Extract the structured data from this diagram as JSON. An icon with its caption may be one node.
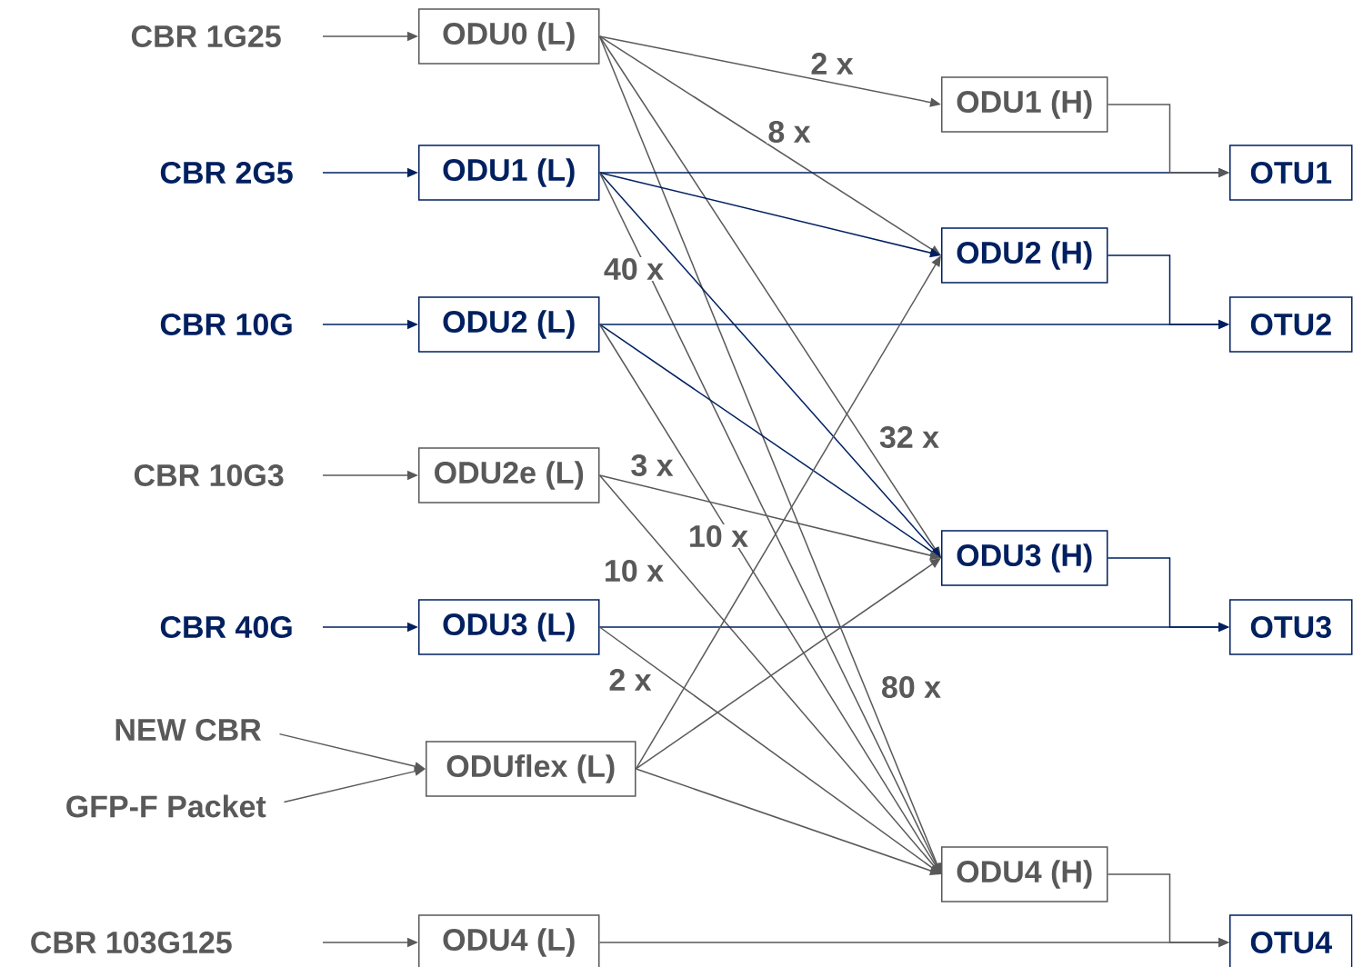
{
  "diagram": {
    "nodes": [
      {
        "text": [
          "CBR 1G25"
        ]
      },
      {
        "text": [
          "CBR 2G5"
        ]
      },
      {
        "text": [
          "CBR 10G"
        ]
      },
      {
        "text": [
          "CBR 10G3"
        ]
      },
      {
        "text": [
          "CBR 40G"
        ]
      },
      {
        "text": [
          "NEW CBR"
        ]
      },
      {
        "text": [
          "GFP-F Packet"
        ]
      },
      {
        "text": [
          "CBR 103G125"
        ]
      },
      {
        "text": [
          "ODU0 (L)"
        ]
      },
      {
        "text": [
          "ODU1 (L)"
        ]
      },
      {
        "text": [
          "ODU2 (L)"
        ]
      },
      {
        "text": [
          "ODU2e (L)"
        ]
      },
      {
        "text": [
          "ODU3 (L)"
        ]
      },
      {
        "text": [
          "ODUflex (L)"
        ]
      },
      {
        "text": [
          "ODU4 (L)"
        ]
      },
      {
        "text": [
          "ODU1 (H)"
        ]
      },
      {
        "text": [
          "ODU2 (H)"
        ]
      },
      {
        "text": [
          "ODU3 (H)"
        ]
      },
      {
        "text": [
          "ODU4 (H)"
        ]
      },
      {
        "text": [
          "OTU1"
        ]
      },
      {
        "text": [
          "OTU2"
        ]
      },
      {
        "text": [
          "OTU3"
        ]
      },
      {
        "text": [
          "OTU4"
        ]
      }
    ],
    "edges": [
      {
        "from": 0,
        "to": 8,
        "arrow": "to"
      },
      {
        "from": 1,
        "to": 9,
        "arrow": "to",
        "color": "#002060"
      },
      {
        "from": 2,
        "to": 10,
        "arrow": "to",
        "color": "#002060"
      },
      {
        "from": 3,
        "to": 11,
        "arrow": "to"
      },
      {
        "from": 4,
        "to": 12,
        "arrow": "to",
        "color": "#002060"
      },
      {
        "from": 5,
        "to": 13,
        "arrow": "to"
      },
      {
        "from": 6,
        "to": 13,
        "arrow": "to"
      },
      {
        "from": 7,
        "to": 14,
        "arrow": "to"
      },
      {
        "from": 8,
        "to": 15,
        "arrow": "to",
        "label": "2 x"
      },
      {
        "from": 8,
        "to": 16,
        "arrow": "to",
        "label": "8 x"
      },
      {
        "from": 8,
        "to": 17,
        "arrow": "to",
        "label": "32 x"
      },
      {
        "from": 8,
        "to": 18,
        "arrow": "to",
        "label": "80 x"
      },
      {
        "from": 9,
        "to": 19,
        "arrow": "to",
        "color": "#002060"
      },
      {
        "from": 9,
        "to": 16,
        "arrow": "to",
        "color": "#002060"
      },
      {
        "from": 9,
        "to": 17,
        "arrow": "to",
        "color": "#002060"
      },
      {
        "from": 9,
        "to": 18,
        "arrow": "to",
        "label": "40 x"
      },
      {
        "from": 10,
        "to": 20,
        "arrow": "to",
        "color": "#002060"
      },
      {
        "from": 10,
        "to": 17,
        "arrow": "to",
        "color": "#002060"
      },
      {
        "from": 10,
        "to": 18,
        "arrow": "to",
        "label": "10 x"
      },
      {
        "from": 11,
        "to": 17,
        "arrow": "to",
        "label": "3 x"
      },
      {
        "from": 11,
        "to": 18,
        "arrow": "to",
        "label": "10 x"
      },
      {
        "from": 12,
        "to": 21,
        "arrow": "to",
        "color": "#002060"
      },
      {
        "from": 12,
        "to": 18,
        "arrow": "to",
        "label": "2 x"
      },
      {
        "from": 13,
        "to": 16,
        "arrow": "to"
      },
      {
        "from": 13,
        "to": 17,
        "arrow": "to"
      },
      {
        "from": 13,
        "to": 18,
        "arrow": "to"
      },
      {
        "from": 14,
        "to": 22,
        "arrow": "to"
      },
      {
        "from": 15,
        "to": 19,
        "arrow": "to"
      },
      {
        "from": 16,
        "to": 20,
        "arrow": "to",
        "color": "#002060"
      },
      {
        "from": 17,
        "to": 21,
        "arrow": "to",
        "color": "#002060"
      },
      {
        "from": 18,
        "to": 22,
        "arrow": "to"
      }
    ]
  }
}
